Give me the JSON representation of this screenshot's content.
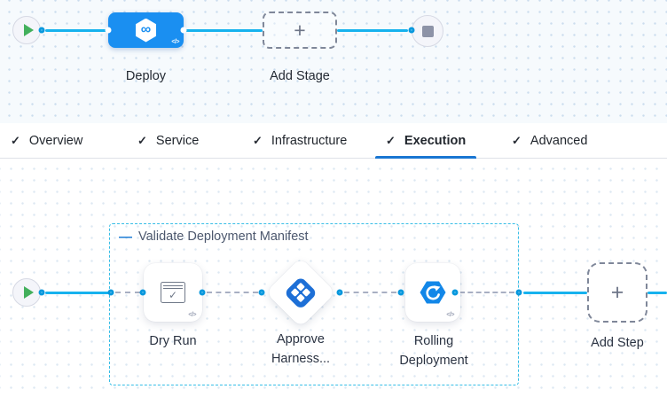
{
  "colors": {
    "accent_blue": "#1A8FF1",
    "connector_blue": "#16B2EE",
    "tab_underline_blue": "#1976D2",
    "group_border_cyan": "#35BDE6",
    "play_green": "#43B05C",
    "stop_gray": "#8D93A7",
    "approve_icon_blue": "#1D6FD6",
    "rolling_icon_blue": "#1287E8"
  },
  "icons": {
    "check": "✓",
    "plus": "+",
    "code_toggle": "</>",
    "collapse_dash": "—",
    "harness_infinity": "∞",
    "dryrun_check": "✓"
  },
  "stage_graph": {
    "deploy": {
      "label": "Deploy"
    },
    "add_stage": {
      "label": "Add Stage"
    }
  },
  "tabs": {
    "items": [
      {
        "label": "Overview"
      },
      {
        "label": "Service"
      },
      {
        "label": "Infrastructure"
      },
      {
        "label": "Execution"
      },
      {
        "label": "Advanced"
      }
    ],
    "active": "Execution"
  },
  "execution_graph": {
    "group_label": "Validate Deployment Manifest",
    "steps": [
      {
        "label": "Dry Run"
      },
      {
        "label": "Approve Harness..."
      },
      {
        "label": "Rolling Deployment"
      }
    ],
    "add_step": {
      "label": "Add Step"
    }
  }
}
